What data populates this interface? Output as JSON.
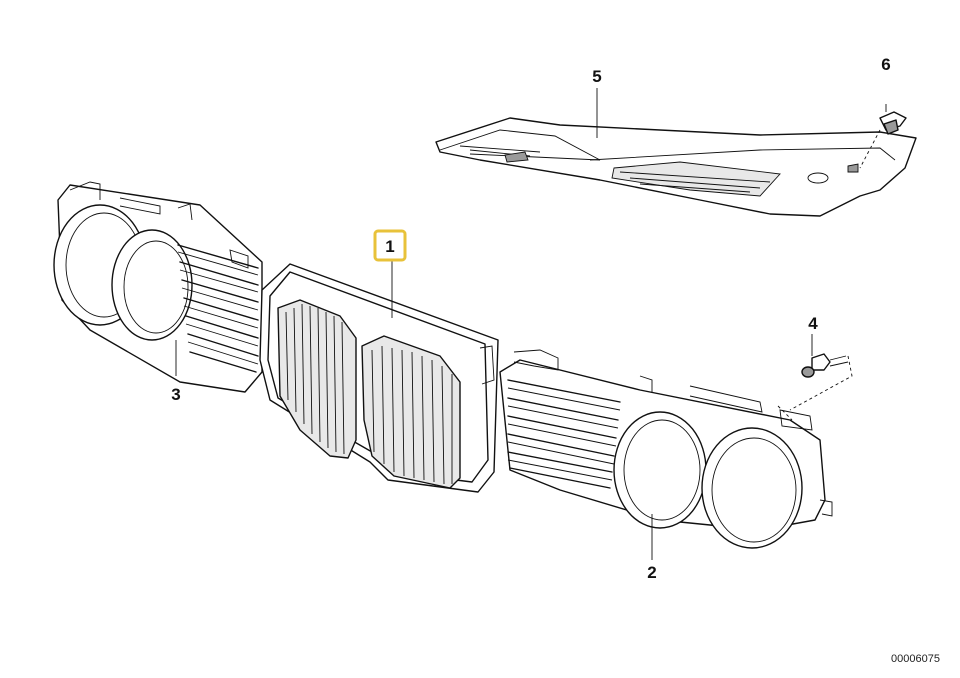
{
  "callouts": {
    "part1": "1",
    "part2": "2",
    "part3": "3",
    "part4": "4",
    "part5": "5",
    "part6": "6"
  },
  "highlight_color": "#e8c23a",
  "diagram_code": "00006075"
}
